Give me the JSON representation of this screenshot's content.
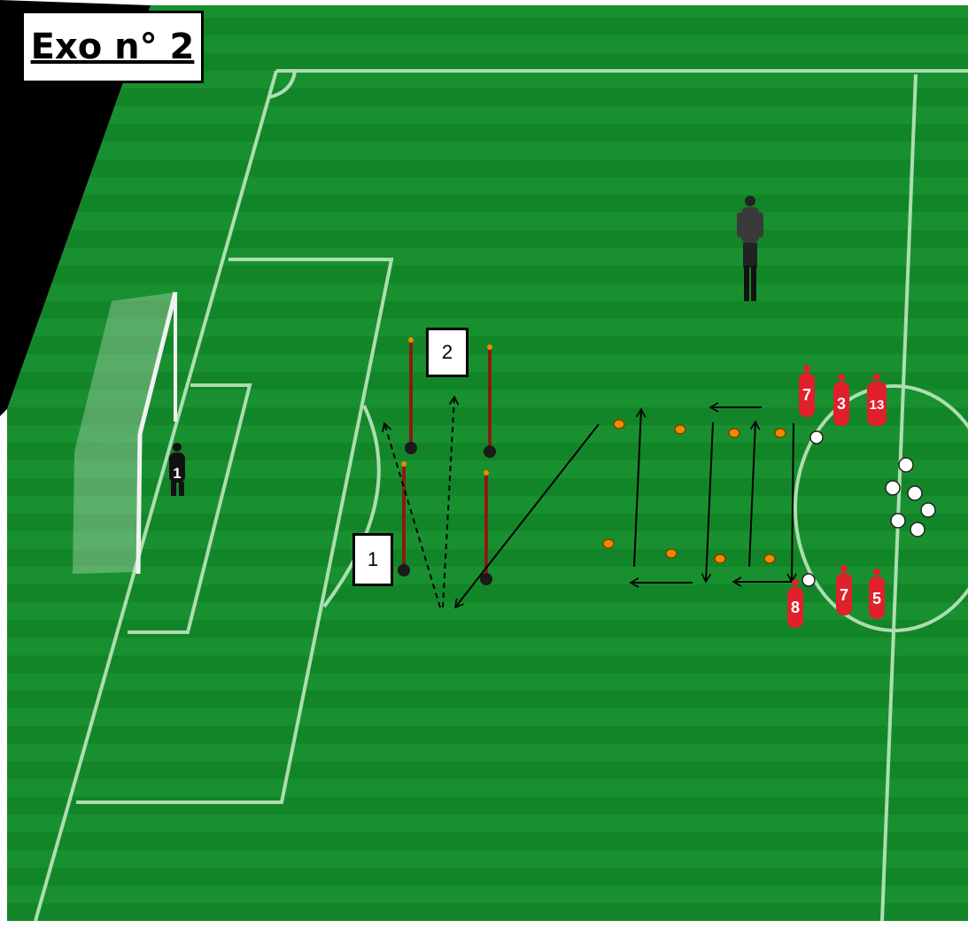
{
  "title": "Exo n° 2",
  "station_labels": {
    "one": "1",
    "two": "2"
  },
  "goalkeeper_number": "1",
  "players_top": [
    "7",
    "3",
    "13"
  ],
  "players_bottom": [
    "8",
    "7",
    "5"
  ],
  "colors": {
    "pitch_dark": "#14862b",
    "pitch_light": "#1f9a36",
    "line": "#bfe8bf",
    "player_red": "#e0202a",
    "cone_orange": "#f08a00",
    "pole_red": "#8a1a12",
    "arrow": "#000000"
  },
  "icons": [
    "goal-net-icon",
    "goalkeeper-icon",
    "coach-icon",
    "pole-icon",
    "cone-icon",
    "ball-icon",
    "player-icon"
  ]
}
